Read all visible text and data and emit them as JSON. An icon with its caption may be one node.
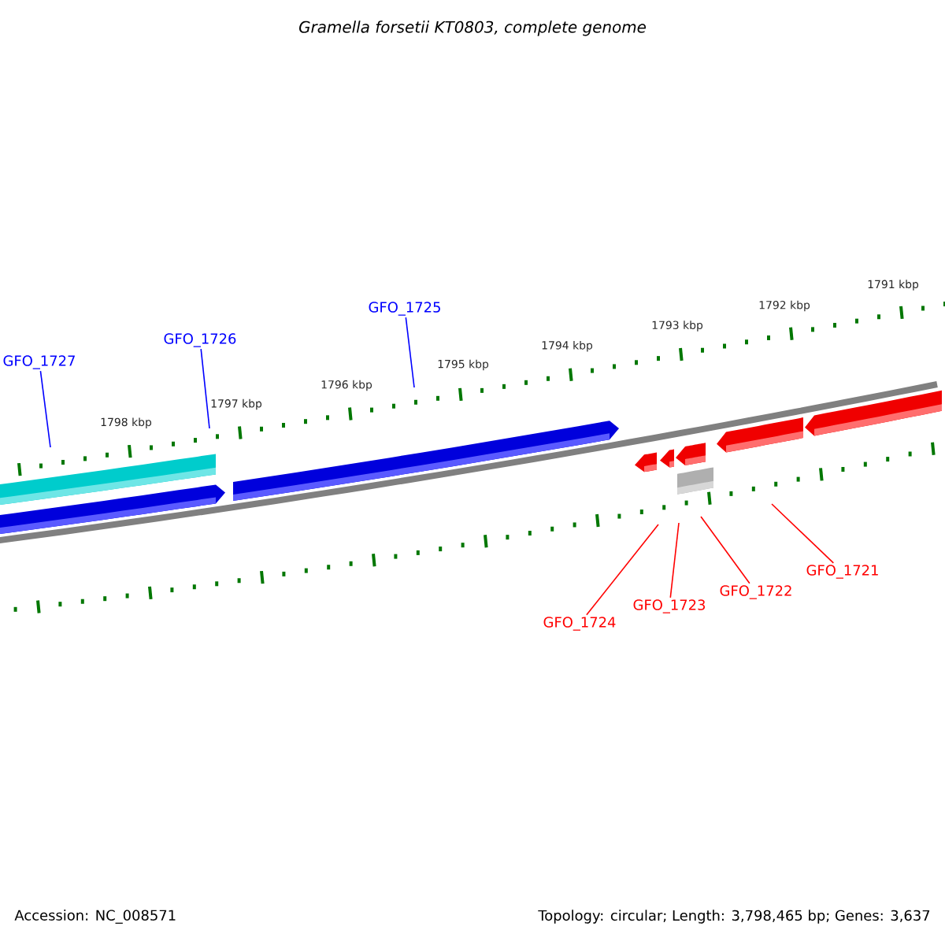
{
  "diagram": {
    "title": "Gramella forsetii KT0803, complete genome",
    "nodes": [
      {
        "text": [
          "GFO_1727"
        ]
      },
      {
        "text": [
          "GFO_1726"
        ]
      },
      {
        "text": [
          "GFO_1725"
        ]
      },
      {
        "text": [
          "GFO_1724"
        ]
      },
      {
        "text": [
          "GFO_1723"
        ]
      },
      {
        "text": [
          "GFO_1722"
        ]
      },
      {
        "text": [
          "GFO_1721"
        ]
      }
    ],
    "edges": [
      {
        "from": 0,
        "to": null,
        "arrow": "none",
        "color": "#0000ff"
      },
      {
        "from": 1,
        "to": null,
        "arrow": "none",
        "color": "#0000ff"
      },
      {
        "from": 2,
        "to": null,
        "arrow": "none",
        "color": "#0000ff"
      },
      {
        "from": 3,
        "to": null,
        "arrow": "none"
      },
      {
        "from": 4,
        "to": null,
        "arrow": "none"
      },
      {
        "from": 5,
        "to": null,
        "arrow": "none"
      },
      {
        "from": 6,
        "to": null,
        "arrow": "none"
      }
    ],
    "labels": [
      "1798 kbp",
      "1797 kbp",
      "1796 kbp",
      "1795 kbp",
      "1794 kbp",
      "1793 kbp",
      "1792 kbp",
      "1791 kbp",
      "Accession: NC_008571",
      "Topology: circular; Length: 3,798,465 bp; Genes: 3,637"
    ]
  }
}
